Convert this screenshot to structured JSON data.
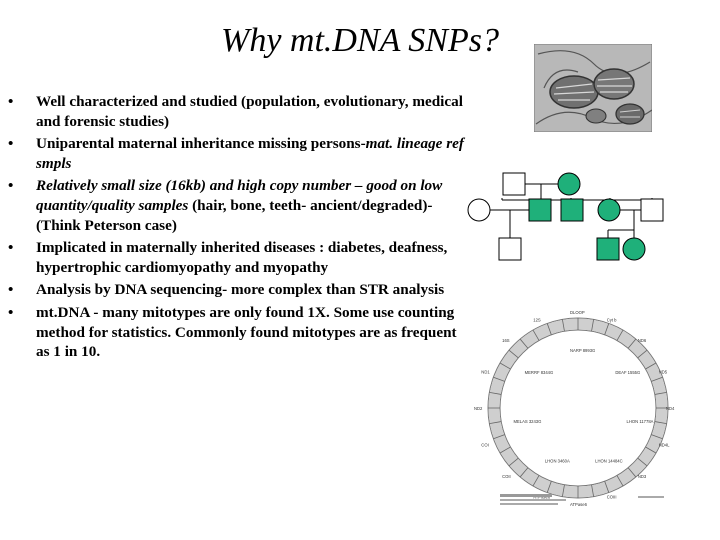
{
  "slide": {
    "title": "Why mt.DNA SNPs?",
    "bullet_char": "•",
    "bullets": [
      {
        "segments": [
          {
            "text": "Well characterized and studied (population, evolutionary, medical and forensic studies)",
            "italic": false
          }
        ]
      },
      {
        "segments": [
          {
            "text": "Uniparental maternal inheritance missing persons-",
            "italic": false
          },
          {
            "text": "mat. lineage ref smpls",
            "italic": true
          }
        ]
      },
      {
        "segments": [
          {
            "text": "Relatively small size (16kb) and high copy number – good on low quantity/quality samples",
            "italic": true
          },
          {
            "text": " (hair, bone, teeth- ancient/degraded)-(Think Peterson case)",
            "italic": false
          }
        ]
      },
      {
        "segments": [
          {
            "text": "Implicated in maternally inherited diseases : diabetes, deafness, hypertrophic cardiomyopathy and myopathy",
            "italic": false
          }
        ]
      },
      {
        "segments": [
          {
            "text": "Analysis by DNA sequencing- more complex than STR analysis",
            "italic": false
          }
        ]
      },
      {
        "segments": [
          {
            "text": "mt.DNA - many mitotypes are only found 1X.  Some use counting method for statistics.  Commonly found mitotypes are as frequent as 1 in 10.",
            "italic": false
          }
        ]
      }
    ]
  },
  "colors": {
    "affected": "#1fb07a",
    "line": "#000000",
    "micrograph": "#9a9a9a"
  },
  "pedigree": {
    "generations": [
      [
        "male-unaffected",
        "female-affected"
      ],
      [
        "female-unaffected",
        "male-affected",
        "male-affected",
        "female-affected",
        "male-unaffected"
      ],
      [
        "male-unaffected",
        "male-affected",
        "female-affected"
      ]
    ]
  },
  "mito_map": {
    "labels": [
      "DLOOP",
      "Cyt b",
      "ND6",
      "ND5",
      "ND4",
      "ND4L",
      "ND3",
      "COIII",
      "ATPase6",
      "ATPase8",
      "COII",
      "COI",
      "ND2",
      "ND1",
      "16S",
      "12S",
      "LHON 11778A",
      "LHON 14484C",
      "LHON 3460A",
      "MELAS 3243G",
      "MERRF 8344G",
      "NARP 8993G",
      "DEAF 1555G"
    ]
  }
}
